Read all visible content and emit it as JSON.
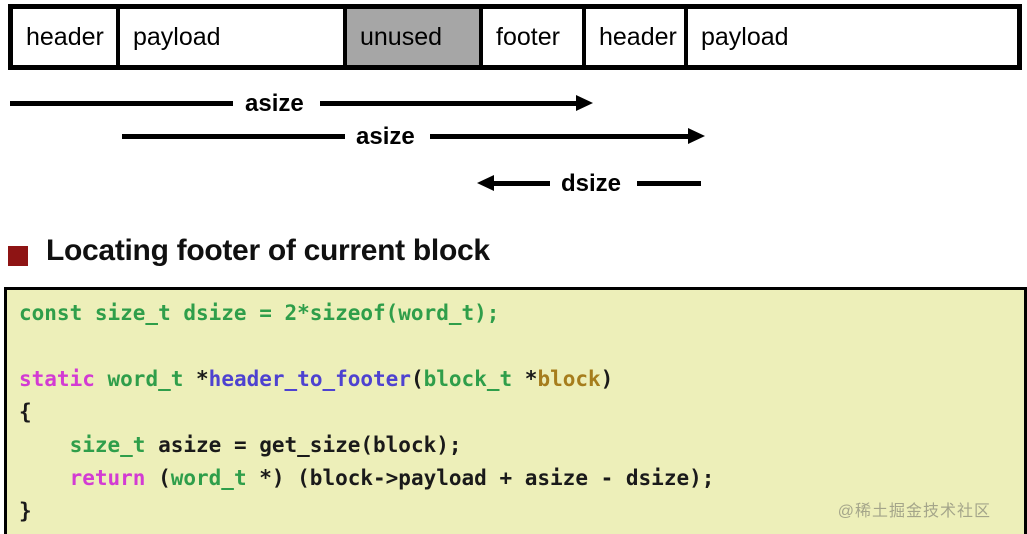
{
  "diagram": {
    "cells": [
      {
        "label": "header",
        "shaded": false
      },
      {
        "label": "payload",
        "shaded": false
      },
      {
        "label": "unused",
        "shaded": true
      },
      {
        "label": "footer",
        "shaded": false
      },
      {
        "label": "header",
        "shaded": false
      },
      {
        "label": "payload",
        "shaded": false
      }
    ],
    "shaded_color": "#a6a6a6",
    "arrows": [
      {
        "label": "asize",
        "direction": "right"
      },
      {
        "label": "asize",
        "direction": "right"
      },
      {
        "label": "dsize",
        "direction": "left"
      }
    ]
  },
  "heading": {
    "bullet_color": "#8e1414",
    "text": "Locating footer of current block"
  },
  "code": {
    "background": "#edefb9",
    "colors": {
      "green": "#2f9e4a",
      "magenta": "#d33bd3",
      "blue": "#4e42d0",
      "gold": "#a67d1c",
      "plain": "#1a1a1a"
    },
    "lines": [
      [
        {
          "c": "green",
          "t": "const size_t dsize = 2*sizeof(word_t);"
        }
      ],
      [],
      [
        {
          "c": "magenta",
          "t": "static "
        },
        {
          "c": "green",
          "t": "word_t"
        },
        {
          "c": "plain",
          "t": " *"
        },
        {
          "c": "blue",
          "t": "header_to_footer"
        },
        {
          "c": "plain",
          "t": "("
        },
        {
          "c": "green",
          "t": "block_t"
        },
        {
          "c": "plain",
          "t": " *"
        },
        {
          "c": "gold",
          "t": "block"
        },
        {
          "c": "plain",
          "t": ")"
        }
      ],
      [
        {
          "c": "plain",
          "t": "{"
        }
      ],
      [
        {
          "c": "plain",
          "t": "    "
        },
        {
          "c": "green",
          "t": "size_t"
        },
        {
          "c": "plain",
          "t": " asize = get_size(block);"
        }
      ],
      [
        {
          "c": "plain",
          "t": "    "
        },
        {
          "c": "magenta",
          "t": "return"
        },
        {
          "c": "plain",
          "t": " ("
        },
        {
          "c": "green",
          "t": "word_t"
        },
        {
          "c": "plain",
          "t": " *) (block->payload + asize - dsize);"
        }
      ],
      [
        {
          "c": "plain",
          "t": "}"
        }
      ]
    ]
  },
  "watermark": "@稀土掘金技术社区"
}
